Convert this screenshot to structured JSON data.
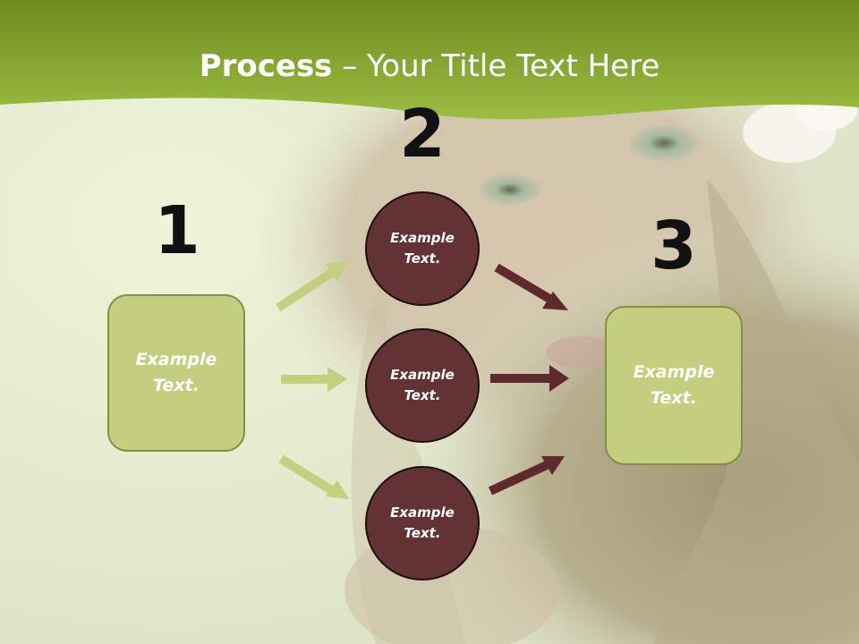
{
  "title": {
    "bold": "Process",
    "rest": " – Your Title Text Here"
  },
  "steps": {
    "one": "1",
    "two": "2",
    "three": "3"
  },
  "nodes": {
    "left_box": "Example\nText.",
    "circle_top": "Example\nText.",
    "circle_middle": "Example\nText.",
    "circle_bottom": "Example\nText.",
    "right_box": "Example\nText."
  },
  "colors": {
    "band_green": "#8dad2e",
    "box_fill": "#c3cf7e",
    "box_border": "#7f9048",
    "circle_fill": "#633234",
    "dark_arrow": "#5e2a2d",
    "light_arrow": "#c4d07f"
  }
}
